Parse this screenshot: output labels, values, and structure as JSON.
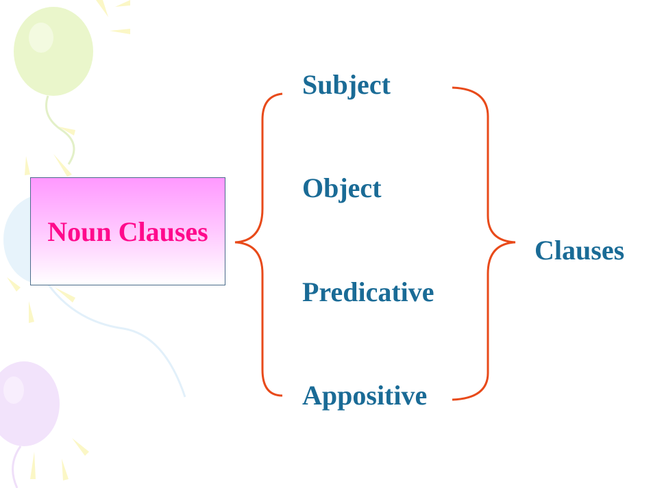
{
  "slide": {
    "left_box_label": "Noun Clauses",
    "items": [
      {
        "label": "Subject"
      },
      {
        "label": "Object"
      },
      {
        "label": "Predicative"
      },
      {
        "label": "Appositive"
      }
    ],
    "right_label": "Clauses"
  },
  "colors": {
    "item_text": "#1a6b96",
    "noun_label": "#ff0a8c",
    "brace": "#e84a1a",
    "box_top": "#ff99ff",
    "box_bottom": "#ffffff"
  },
  "icons": {
    "decoration": "balloon-icon",
    "brace": "curly-brace-icon"
  }
}
